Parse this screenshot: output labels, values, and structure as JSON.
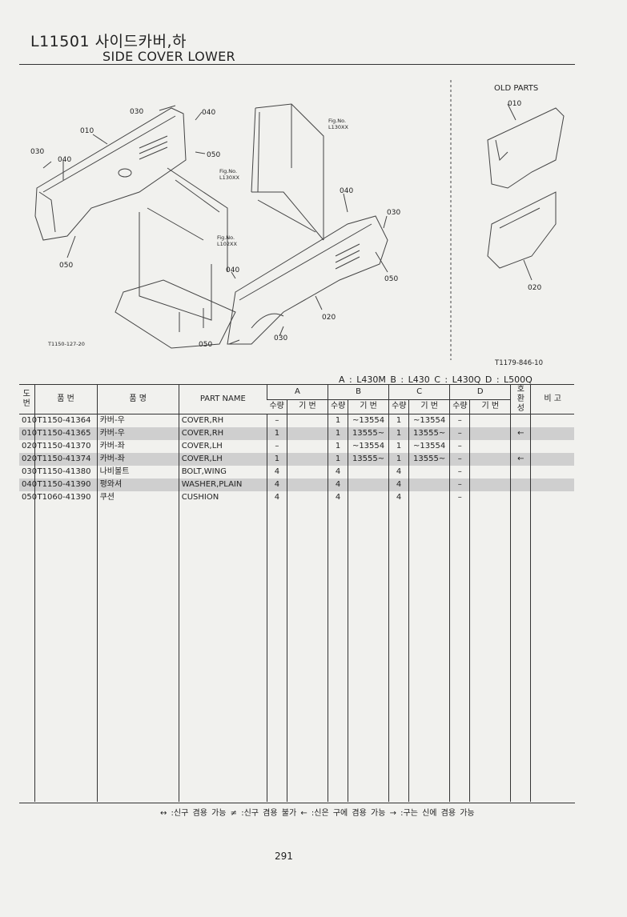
{
  "header": {
    "title_ko": "L11501 사이드카버,하",
    "title_en": "SIDE COVER LOWER"
  },
  "diagram": {
    "labels": {
      "l030a": "030",
      "l040a": "040",
      "l010a": "010",
      "l050a": "050",
      "l030b": "030",
      "l040b": "040",
      "l050b": "050",
      "l040c": "040",
      "l030c": "030",
      "l050c": "050",
      "l040d": "040",
      "l020": "020",
      "l030d": "030",
      "l050d": "050",
      "fig1a": "Fig.No.",
      "fig1b": "L130XX",
      "fig2a": "Fig.No.",
      "fig2b": "L130XX",
      "fig3a": "Fig.No.",
      "fig3b": "L102XX",
      "drawing_code": "T1150-127-20",
      "old_parts_title": "OLD PARTS",
      "old010": "010",
      "old020": "020",
      "old_code": "T1179-846-10"
    }
  },
  "model_legend": "A : L430M    B : L430    C : L430Q    D : L500Q",
  "table": {
    "headers": {
      "ref_no": "도번",
      "part_no": "품 번",
      "part_name_ko": "품 명",
      "part_name_en": "PART NAME",
      "col_a": "A",
      "col_b": "B",
      "col_c": "C",
      "col_d": "D",
      "qty": "수량",
      "serial": "기 번",
      "interchange": "호환성",
      "remarks": "비 고"
    },
    "rows": [
      {
        "ref": "010",
        "part_no": "T1150-41364",
        "name_ko": "카버-우",
        "name_en": "COVER,RH",
        "a_qty": "–",
        "a_serial": "",
        "b_qty": "1",
        "b_serial": "~13554",
        "c_qty": "1",
        "c_serial": "~13554",
        "d_qty": "–",
        "d_serial": "",
        "inter": "",
        "remarks": "",
        "shaded": false
      },
      {
        "ref": "010",
        "part_no": "T1150-41365",
        "name_ko": "카버-우",
        "name_en": "COVER,RH",
        "a_qty": "1",
        "a_serial": "",
        "b_qty": "1",
        "b_serial": "13555~",
        "c_qty": "1",
        "c_serial": "13555~",
        "d_qty": "–",
        "d_serial": "",
        "inter": "←",
        "remarks": "",
        "shaded": true
      },
      {
        "ref": "020",
        "part_no": "T1150-41370",
        "name_ko": "카버-좌",
        "name_en": "COVER,LH",
        "a_qty": "–",
        "a_serial": "",
        "b_qty": "1",
        "b_serial": "~13554",
        "c_qty": "1",
        "c_serial": "~13554",
        "d_qty": "–",
        "d_serial": "",
        "inter": "",
        "remarks": "",
        "shaded": false
      },
      {
        "ref": "020",
        "part_no": "T1150-41374",
        "name_ko": "카버-좌",
        "name_en": "COVER,LH",
        "a_qty": "1",
        "a_serial": "",
        "b_qty": "1",
        "b_serial": "13555~",
        "c_qty": "1",
        "c_serial": "13555~",
        "d_qty": "–",
        "d_serial": "",
        "inter": "←",
        "remarks": "",
        "shaded": true
      },
      {
        "ref": "030",
        "part_no": "T1150-41380",
        "name_ko": "나비볼트",
        "name_en": "BOLT,WING",
        "a_qty": "4",
        "a_serial": "",
        "b_qty": "4",
        "b_serial": "",
        "c_qty": "4",
        "c_serial": "",
        "d_qty": "–",
        "d_serial": "",
        "inter": "",
        "remarks": "",
        "shaded": false
      },
      {
        "ref": "040",
        "part_no": "T1150-41390",
        "name_ko": "평와셔",
        "name_en": "WASHER,PLAIN",
        "a_qty": "4",
        "a_serial": "",
        "b_qty": "4",
        "b_serial": "",
        "c_qty": "4",
        "c_serial": "",
        "d_qty": "–",
        "d_serial": "",
        "inter": "",
        "remarks": "",
        "shaded": true
      },
      {
        "ref": "050",
        "part_no": "T1060-41390",
        "name_ko": "쿠션",
        "name_en": "CUSHION",
        "a_qty": "4",
        "a_serial": "",
        "b_qty": "4",
        "b_serial": "",
        "c_qty": "4",
        "c_serial": "",
        "d_qty": "–",
        "d_serial": "",
        "inter": "",
        "remarks": "",
        "shaded": false
      }
    ]
  },
  "footer_legend": "↔ :신구 겸용 가능    ≠ :신구 겸용 불가    ← :신은 구에 겸용 가능    → :구는 신에 겸용 가능",
  "page_number": "291"
}
